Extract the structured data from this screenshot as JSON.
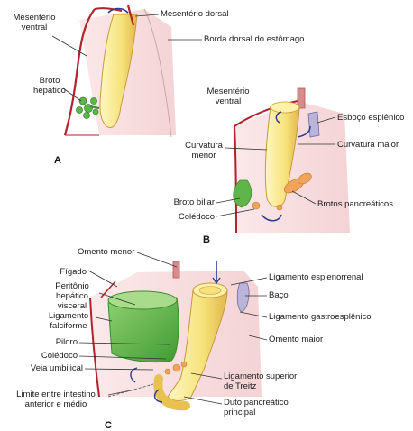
{
  "panels": {
    "a": {
      "letter": "A",
      "labels": {
        "mesenterio_ventral": "Mesentério\nventral",
        "broto_hepatico": "Broto\nhepático",
        "mesenterio_dorsal": "Mesentério dorsal",
        "borda_dorsal": "Borda dorsal do estômago"
      }
    },
    "b": {
      "letter": "B",
      "labels": {
        "mesenterio_ventral": "Mesentério\nventral",
        "esboco_esplenico": "Esboço esplênico",
        "curvatura_menor": "Curvatura\nmenor",
        "curvatura_maior": "Curvatura maior",
        "broto_biliar": "Broto biliar",
        "coledoco": "Colédoco",
        "brotos_pancreaticos": "Brotos pancreáticos"
      }
    },
    "c": {
      "letter": "C",
      "labels": {
        "omento_menor": "Omento menor",
        "figado": "Fígado",
        "peritonio": "Peritônio\nhepático\nvisceral",
        "ligamento_falciforme": "Ligamento\nfalciforme",
        "piloro": "Piloro",
        "coledoco": "Colédoco",
        "veia_umbilical": "Veia umbilical",
        "limite": "Limite entre intestino\nanterior e médio",
        "ligamento_esplenorrenal": "Ligamento esplenorrenal",
        "baco": "Baço",
        "ligamento_gastroesplenico": "Ligamento gastroesplênico",
        "omento_maior": "Omento maior",
        "ligamento_treitz": "Ligamento superior\nde Treitz",
        "duto_pancreatico": "Duto pancreático\nprincipal"
      }
    }
  },
  "colors": {
    "stomach": "#f6e27a",
    "stomach_dark": "#e0b84a",
    "liver": "#5fb54a",
    "liver_dark": "#3c8a2c",
    "mesentery_line": "#b0222c",
    "pancreas": "#f0a35a",
    "spleen": "#b9b4d8",
    "vessel": "#d98a8a",
    "arrow": "#2b3a8c"
  }
}
